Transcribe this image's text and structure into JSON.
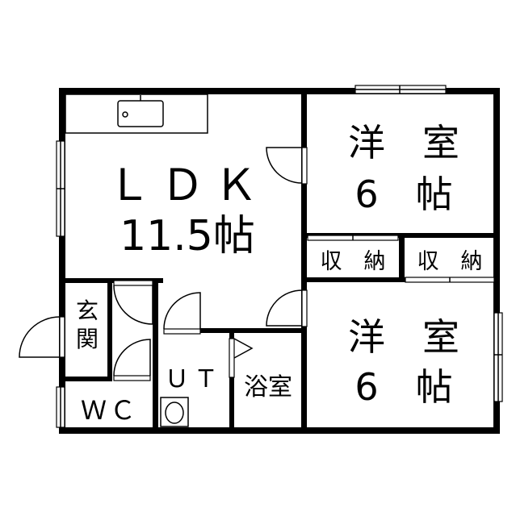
{
  "rooms": {
    "ldk": {
      "line1": "ＬＤＫ",
      "line2": "11.5帖"
    },
    "western_top": {
      "line1": "洋　室",
      "line2": "6　帖"
    },
    "western_bottom": {
      "line1": "洋　室",
      "line2": "6　帖"
    },
    "storage_left": "収　納",
    "storage_right": "収　納",
    "entrance": {
      "char1": "玄",
      "char2": "関"
    },
    "utility": "ＵＴ",
    "bath": "浴室",
    "wc": "ＷＣ"
  },
  "colors": {
    "wall": "#000000",
    "background": "#ffffff"
  }
}
